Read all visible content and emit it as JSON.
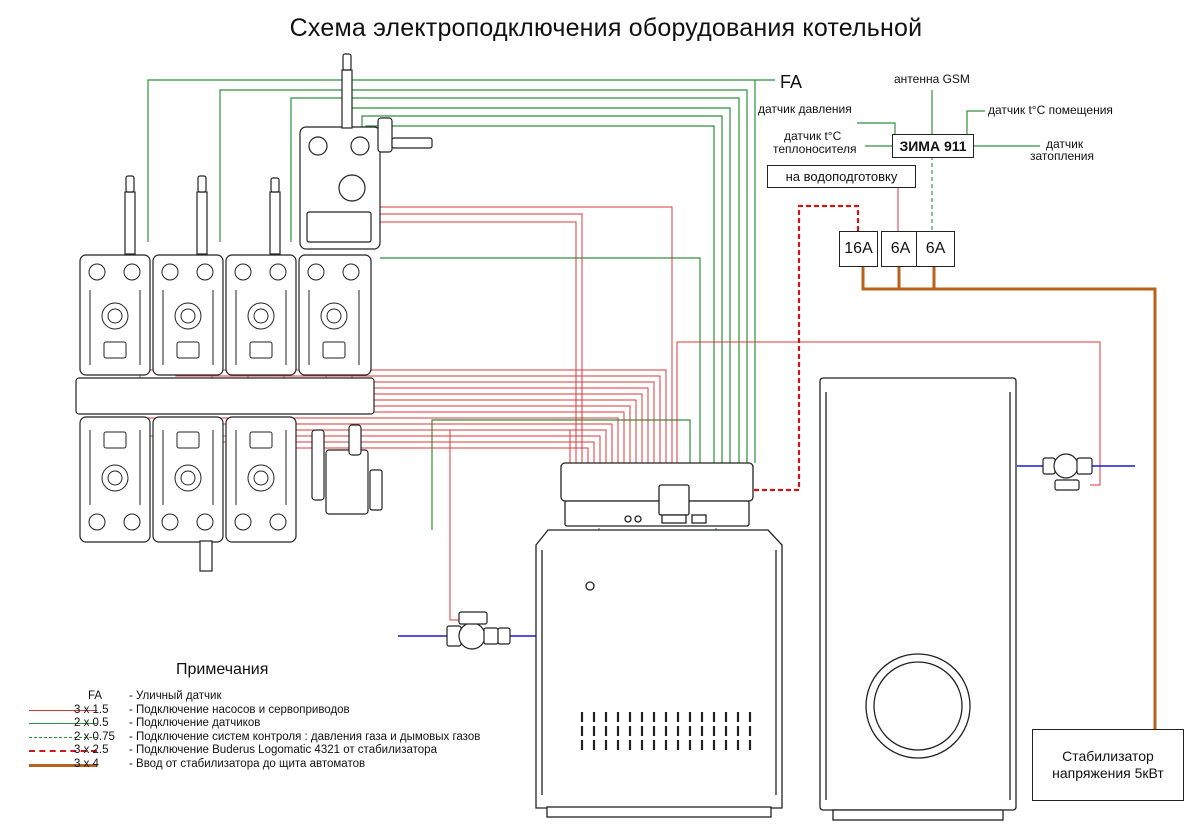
{
  "title": "Схема электроподключения оборудования котельной",
  "fa_label": "FA",
  "gsm": {
    "antenna": "антенна GSM",
    "pressure_sensor": "датчик давления",
    "room_temp_sensor": "датчик t°C помещения",
    "coolant_temp_sensor_1": "датчик t°C",
    "coolant_temp_sensor_2": "теплоносителя",
    "flood_sensor_1": "датчик",
    "flood_sensor_2": "затопления",
    "controller": "ЗИМА 911"
  },
  "water_treatment": "на водоподготовку",
  "fuses": [
    "16A",
    "6A",
    "6A"
  ],
  "stabilizer": {
    "line1": "Стабилизатор",
    "line2": "напряжения 5кВт"
  },
  "notes": {
    "title": "Примечания",
    "items": [
      {
        "code": "FA",
        "desc": "- Уличный датчик",
        "style": "none",
        "color": "#000000"
      },
      {
        "code": "3 x 1.5",
        "desc": "- Подключение насосов и сервоприводов",
        "style": "solid",
        "color": "#d93a3a"
      },
      {
        "code": "2 x 0.5",
        "desc": "- Подключение датчиков",
        "style": "solid",
        "color": "#2e8f3a"
      },
      {
        "code": "2 x 0.75",
        "desc": "- Подключение систем контроля : давления газа и дымовых газов",
        "style": "dashed",
        "color": "#2e8f3a"
      },
      {
        "code": "3 x 2.5",
        "desc": "- Подключение Buderus Logomatic 4321 от стабилизатора",
        "style": "dashed-thick",
        "color": "#d01818"
      },
      {
        "code": "3 x 4",
        "desc": "- Ввод от стабилизатора до щита автоматов",
        "style": "thick",
        "color": "#b8621b"
      }
    ]
  },
  "colors": {
    "pump_wire": "#d93a3a",
    "sensor_wire": "#2e8f3a",
    "power_wire": "#d01818",
    "feed_wire": "#b8621b",
    "pipe_blue": "#1a1ad0",
    "equipment": "#222222"
  }
}
